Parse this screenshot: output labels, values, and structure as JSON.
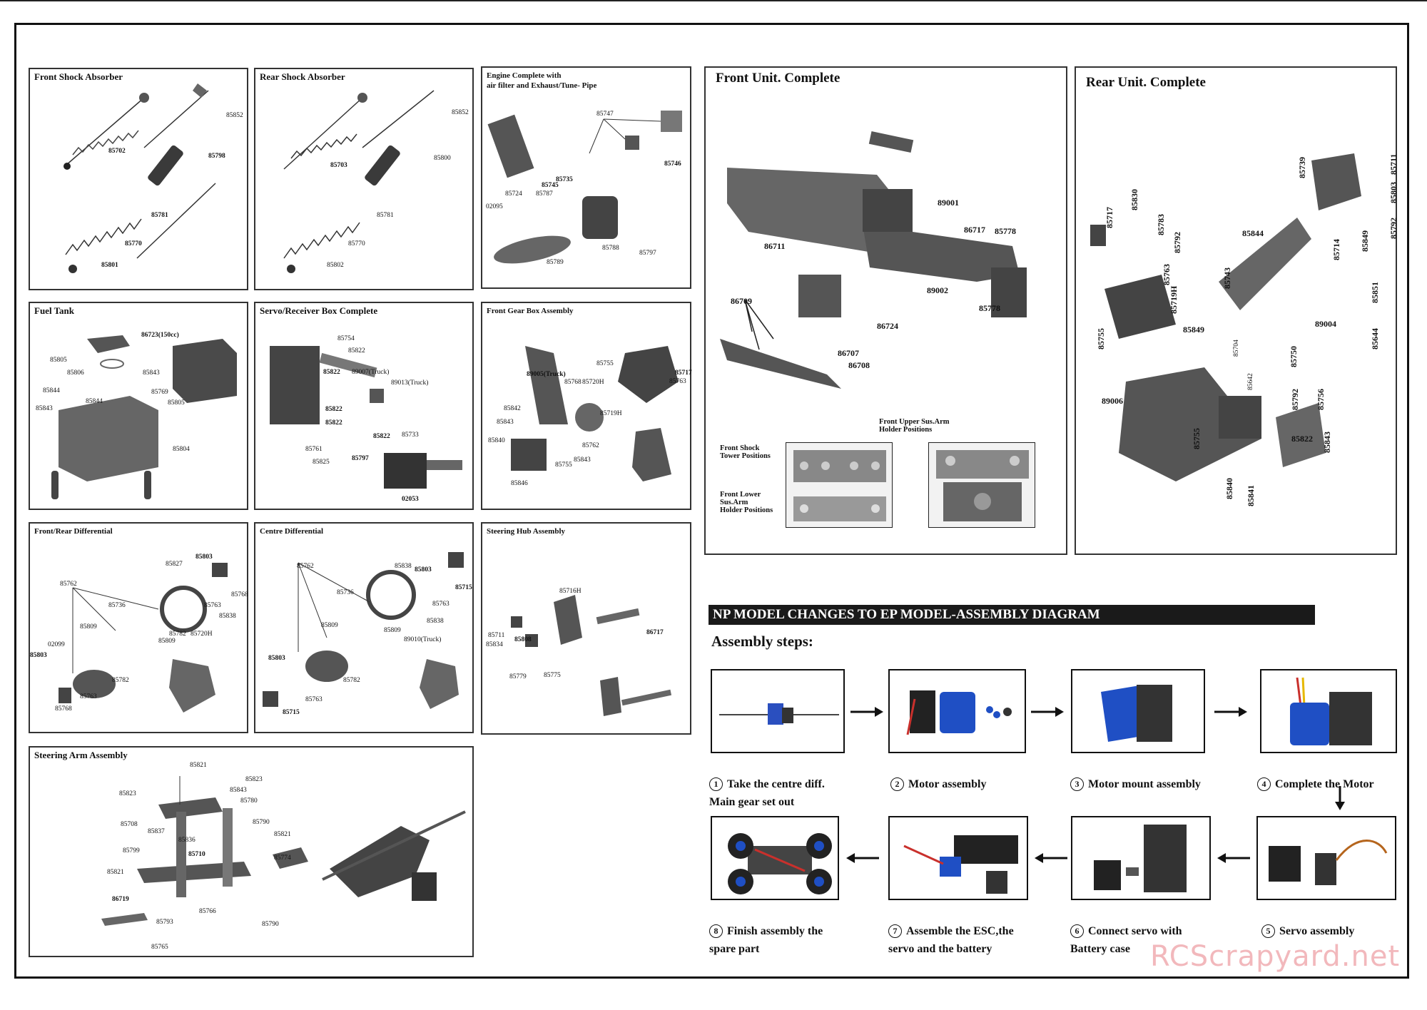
{
  "panels": {
    "front_shock": {
      "title": "Front Shock Absorber",
      "parts": [
        "85852",
        "85702",
        "85798",
        "85781",
        "85770",
        "85801"
      ]
    },
    "rear_shock": {
      "title": "Rear Shock Absorber",
      "parts": [
        "85852",
        "85703",
        "85800",
        "85781",
        "85770",
        "85802"
      ]
    },
    "engine": {
      "title": "Engine Complete with\nair filter and Exhaust/Tune- Pipe",
      "parts": [
        "85747",
        "85746",
        "85735",
        "85745",
        "85787",
        "85724",
        "02095",
        "85788",
        "85797",
        "85789"
      ]
    },
    "fuel_tank": {
      "title": "Fuel Tank",
      "parts": [
        "86723(150cc)",
        "85805",
        "85806",
        "85843",
        "85844",
        "85769",
        "85843",
        "85844",
        "85805",
        "85804"
      ]
    },
    "servo_box": {
      "title": "Servo/Receiver Box Complete",
      "parts": [
        "85754",
        "85822",
        "85822",
        "89007(Truck)",
        "89013(Truck)",
        "85822",
        "85822",
        "85761",
        "85822",
        "85825",
        "85797",
        "85733",
        "02053"
      ]
    },
    "front_gear": {
      "title": "Front Gear Box Assembly",
      "parts": [
        "89005(Truck)",
        "85768",
        "85720H",
        "85755",
        "85717",
        "85763",
        "85842",
        "85843",
        "85719H",
        "85762",
        "85840",
        "85843",
        "85846",
        "85755"
      ]
    },
    "fr_diff": {
      "title": "Front/Rear Differential",
      "parts": [
        "85827",
        "85803",
        "85768",
        "85762",
        "85736",
        "85763",
        "85838",
        "85809",
        "85782",
        "85720H",
        "85809",
        "02099",
        "85803",
        "85782",
        "85763",
        "85768"
      ]
    },
    "centre_diff": {
      "title": "Centre Differential",
      "parts": [
        "85762",
        "85838",
        "85803",
        "85715",
        "85736",
        "85763",
        "85838",
        "85809",
        "85809",
        "89010(Truck)",
        "85803",
        "85782",
        "85763",
        "85715"
      ]
    },
    "steering_hub": {
      "title": "Steering Hub Assembly",
      "parts": [
        "85716H",
        "85808",
        "85711",
        "85834",
        "85779",
        "85775",
        "86717"
      ]
    },
    "steering_arm": {
      "title": "Steering Arm Assembly",
      "parts": [
        "85821",
        "85823",
        "85823",
        "85843",
        "85780",
        "85708",
        "85837",
        "85836",
        "85790",
        "85821",
        "85799",
        "85710",
        "85774",
        "85821",
        "86719",
        "85766",
        "85793",
        "85790",
        "85765"
      ]
    },
    "front_unit": {
      "title": "Front Unit. Complete",
      "parts": [
        "89001",
        "86717",
        "85778",
        "86711",
        "89002",
        "85778",
        "86709",
        "86724",
        "86707",
        "86708"
      ],
      "insets": {
        "a_label1": "Front Shock\nTower Positions",
        "a_label2": "Front Lower\nSus.Arm\nHolder Positions",
        "b_label": "Front Upper Sus.Arm\nHolder Positions"
      }
    },
    "rear_unit": {
      "title": "Rear Unit. Complete",
      "parts": [
        "85739",
        "85711",
        "85803",
        "85792",
        "85717",
        "85830",
        "85783",
        "85792",
        "85844",
        "85849",
        "85714",
        "85763",
        "85743",
        "85851",
        "85719H",
        "85849",
        "85704",
        "89004",
        "85755",
        "85642",
        "85750",
        "85644",
        "89006",
        "85792",
        "85756",
        "85755",
        "85822",
        "85843",
        "85840",
        "85841"
      ]
    }
  },
  "np_section": {
    "heading": "NP MODEL CHANGES TO EP MODEL-ASSEMBLY DIAGRAM",
    "subheading": "Assembly steps:",
    "steps": [
      {
        "num": "1",
        "label": "Take the centre diff.\nMain gear set out"
      },
      {
        "num": "2",
        "label": "Motor assembly"
      },
      {
        "num": "3",
        "label": "Motor mount assembly"
      },
      {
        "num": "4",
        "label": "Complete the Motor"
      },
      {
        "num": "5",
        "label": "Servo assembly"
      },
      {
        "num": "6",
        "label": "Connect servo with\nBattery case"
      },
      {
        "num": "7",
        "label": "Assemble the ESC,the\nservo and the battery"
      },
      {
        "num": "8",
        "label": "Finish assembly the\nspare part"
      }
    ]
  },
  "watermark": "RCScrapyard.net",
  "colors": {
    "frame": "#111111",
    "part_gray": "#555555",
    "motor_blue": "#1f4fc4",
    "chassis_red": "#c0392b",
    "watermark": "#f2b8bc"
  }
}
